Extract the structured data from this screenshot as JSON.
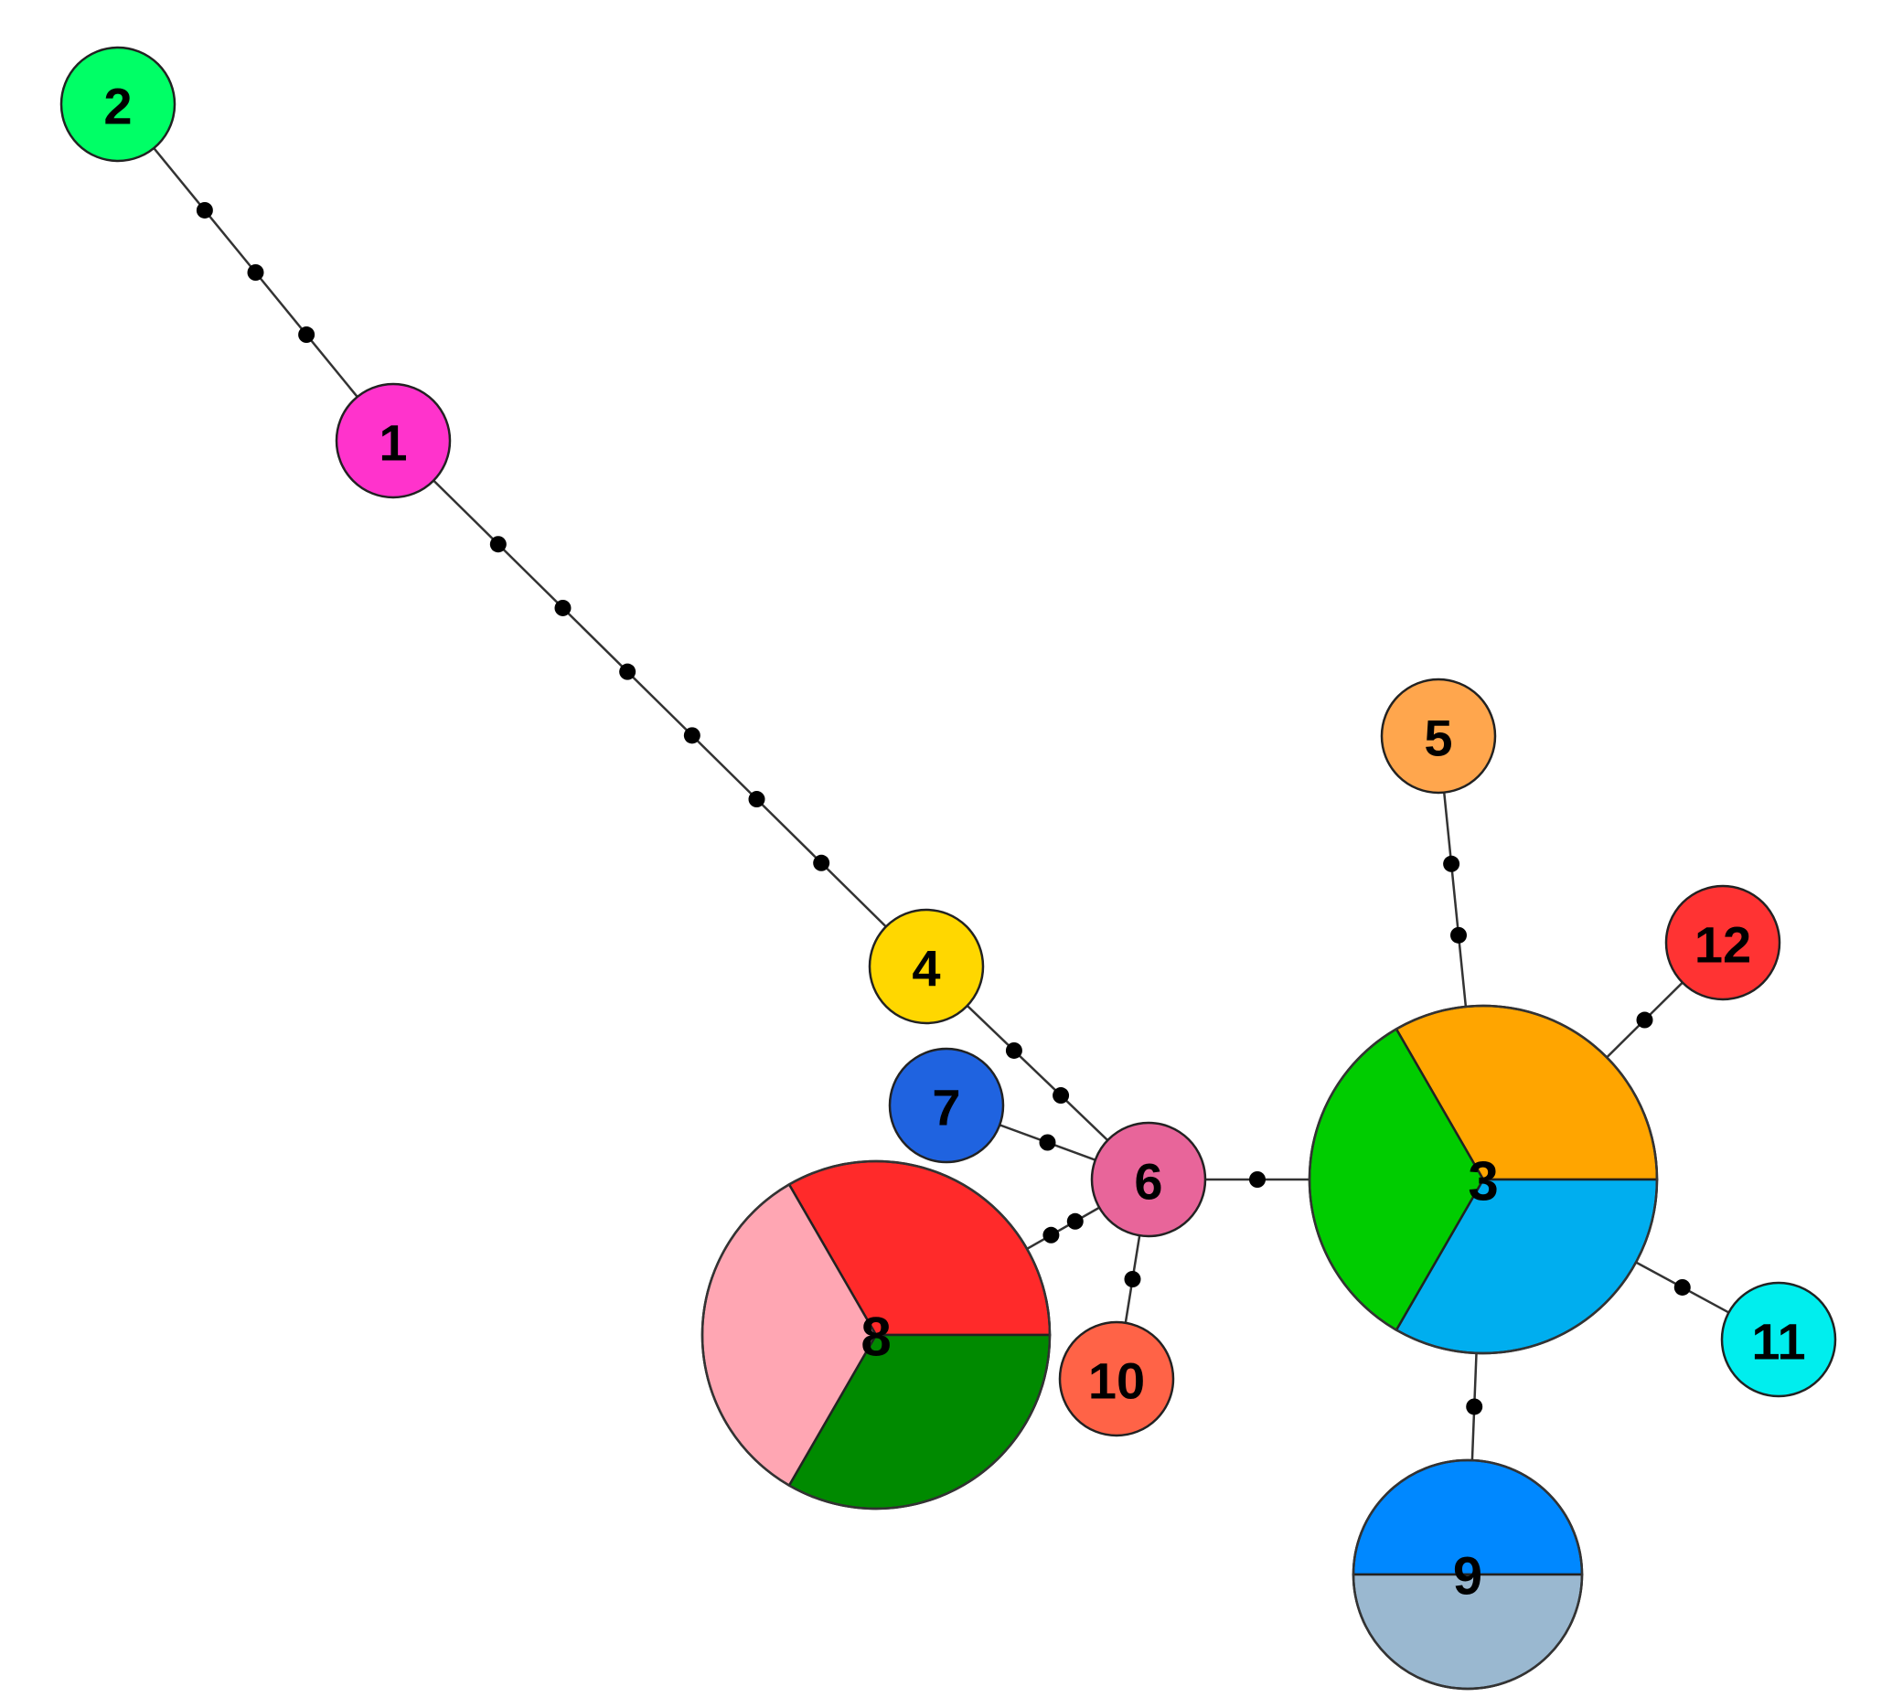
{
  "haplotypes": [
    {
      "id": "1",
      "label": "1",
      "colors": [
        "#FF33CC"
      ]
    },
    {
      "id": "2",
      "label": "2",
      "colors": [
        "#00FF66"
      ]
    },
    {
      "id": "3",
      "label": "3",
      "colors": [
        "#FFA500",
        "#00AEEF",
        "#00CC00"
      ]
    },
    {
      "id": "4",
      "label": "4",
      "colors": [
        "#FFD700"
      ]
    },
    {
      "id": "5",
      "label": "5",
      "colors": [
        "#FFA64D"
      ]
    },
    {
      "id": "6",
      "label": "6",
      "colors": [
        "#E8659A"
      ]
    },
    {
      "id": "7",
      "label": "7",
      "colors": [
        "#1F63E0"
      ]
    },
    {
      "id": "8",
      "label": "8",
      "colors": [
        "#FF2A2A",
        "#008A00",
        "#FFA6B3"
      ]
    },
    {
      "id": "9",
      "label": "9",
      "colors": [
        "#0088FF",
        "#9AB8D0"
      ]
    },
    {
      "id": "10",
      "label": "10",
      "colors": [
        "#FF6347"
      ]
    },
    {
      "id": "11",
      "label": "11",
      "colors": [
        "#00EEEE"
      ]
    },
    {
      "id": "12",
      "label": "12",
      "colors": [
        "#FF3333"
      ]
    }
  ],
  "links": [
    {
      "from": "2",
      "to": "1",
      "mutations": 3
    },
    {
      "from": "1",
      "to": "4",
      "mutations": 6
    },
    {
      "from": "4",
      "to": "6",
      "mutations": 2
    },
    {
      "from": "7",
      "to": "6",
      "mutations": 1
    },
    {
      "from": "8",
      "to": "6",
      "mutations": 2
    },
    {
      "from": "10",
      "to": "6",
      "mutations": 1
    },
    {
      "from": "6",
      "to": "3",
      "mutations": 1
    },
    {
      "from": "5",
      "to": "3",
      "mutations": 2
    },
    {
      "from": "12",
      "to": "3",
      "mutations": 1
    },
    {
      "from": "11",
      "to": "3",
      "mutations": 1
    },
    {
      "from": "9",
      "to": "3",
      "mutations": 1
    }
  ]
}
